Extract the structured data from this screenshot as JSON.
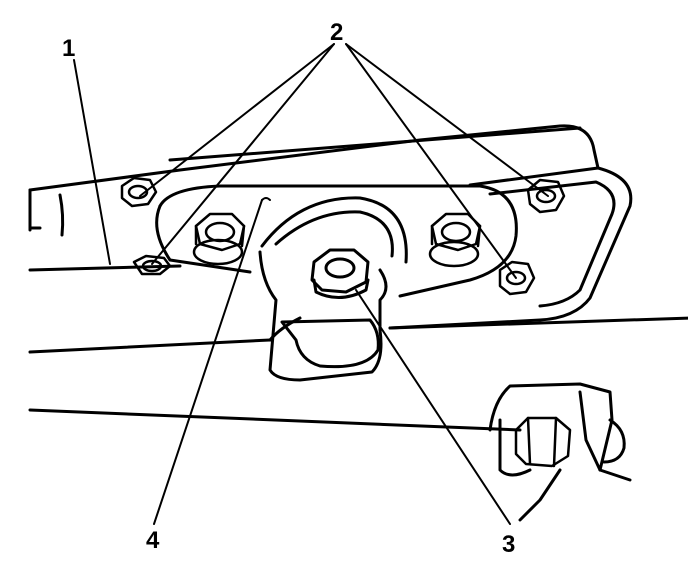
{
  "callouts": [
    {
      "id": "1",
      "label": "1"
    },
    {
      "id": "2",
      "label": "2"
    },
    {
      "id": "3",
      "label": "3"
    },
    {
      "id": "4",
      "label": "4"
    }
  ],
  "colors": {
    "ink": "#000000",
    "paper": "#ffffff"
  }
}
